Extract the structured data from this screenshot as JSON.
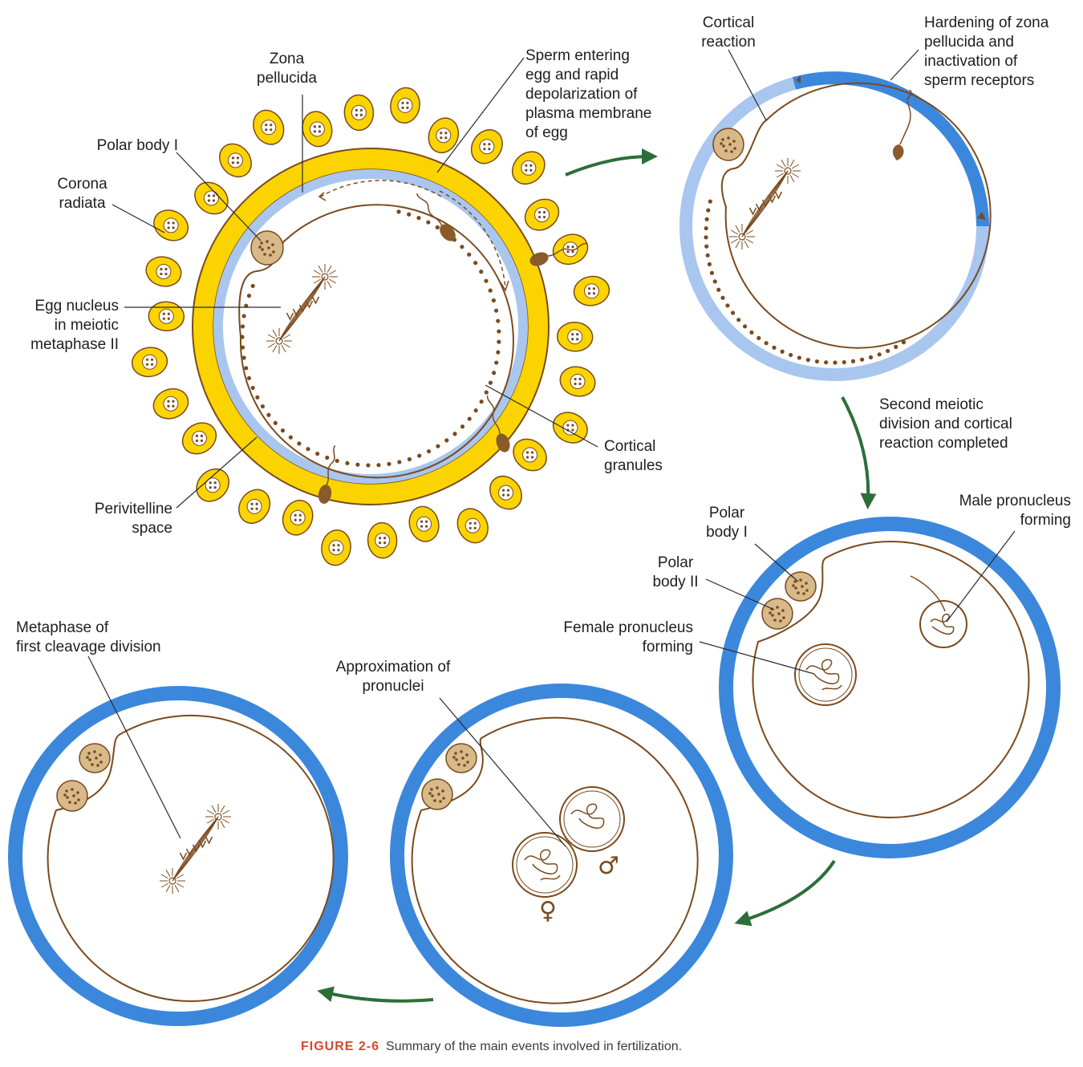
{
  "figure": {
    "caption_label": "FIGURE 2-6",
    "caption_text": "Summary of the main events involved in fertilization."
  },
  "labels": {
    "zona_pellucida": [
      "Zona",
      "pellucida"
    ],
    "sperm_entering": [
      "Sperm entering",
      "egg and rapid",
      "depolarization of",
      "plasma membrane",
      "of egg"
    ],
    "polar_body_i_top": [
      "Polar body I"
    ],
    "corona_radiata": [
      "Corona",
      "radiata"
    ],
    "egg_nucleus": [
      "Egg nucleus",
      "in meiotic",
      "metaphase II"
    ],
    "perivitelline_space": [
      "Perivitelline",
      "space"
    ],
    "cortical_granules": [
      "Cortical",
      "granules"
    ],
    "cortical_reaction": [
      "Cortical",
      "reaction"
    ],
    "hardening_zona": [
      "Hardening of zona",
      "pellucida and",
      "inactivation of",
      "sperm receptors"
    ],
    "second_meiotic": [
      "Second meiotic",
      "division and cortical",
      "reaction completed"
    ],
    "polar_body_i": [
      "Polar",
      "body I"
    ],
    "polar_body_ii": [
      "Polar",
      "body II"
    ],
    "male_pronucleus": [
      "Male pronucleus",
      "forming"
    ],
    "female_pronucleus": [
      "Female pronucleus",
      "forming"
    ],
    "approximation": [
      "Approximation of",
      "pronuclei"
    ],
    "metaphase_cleavage": [
      "Metaphase of",
      "first cleavage division"
    ]
  },
  "symbols": {
    "male": "♂",
    "female": "♀"
  },
  "colors": {
    "corona": "#fbd400",
    "zona_light": "#a9c6ef",
    "zona_dark": "#3b87dc",
    "membrane": "#7a4a1e",
    "arrow": "#2c6e3a",
    "caption_red": "#d8472f"
  }
}
